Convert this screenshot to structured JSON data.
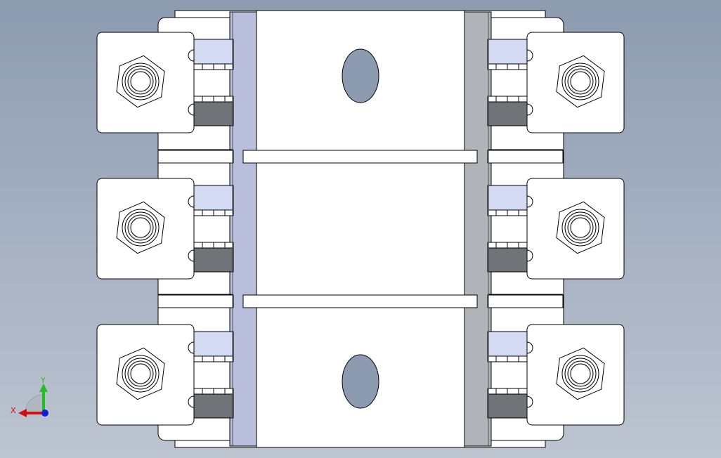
{
  "view": {
    "background_top": "#8d9bb0",
    "background_bottom": "#bcc4d0"
  },
  "triad": {
    "x_label": "X",
    "y_label": "Y",
    "x_color": "#d01010",
    "y_color": "#20c020",
    "z_color": "#1020d0"
  },
  "model": {
    "part_fill": "#ffffff",
    "edge_color": "#000000",
    "rail_left_color": "#b8bedc",
    "rail_right_color": "#b0b4b8",
    "insulator_light_color": "#d4daf2",
    "insulator_dark_color": "#707478",
    "slot_color": "#8d9bb0",
    "terminal_rows": 3,
    "terminals_per_row": 2,
    "mounting_slots": 2
  }
}
